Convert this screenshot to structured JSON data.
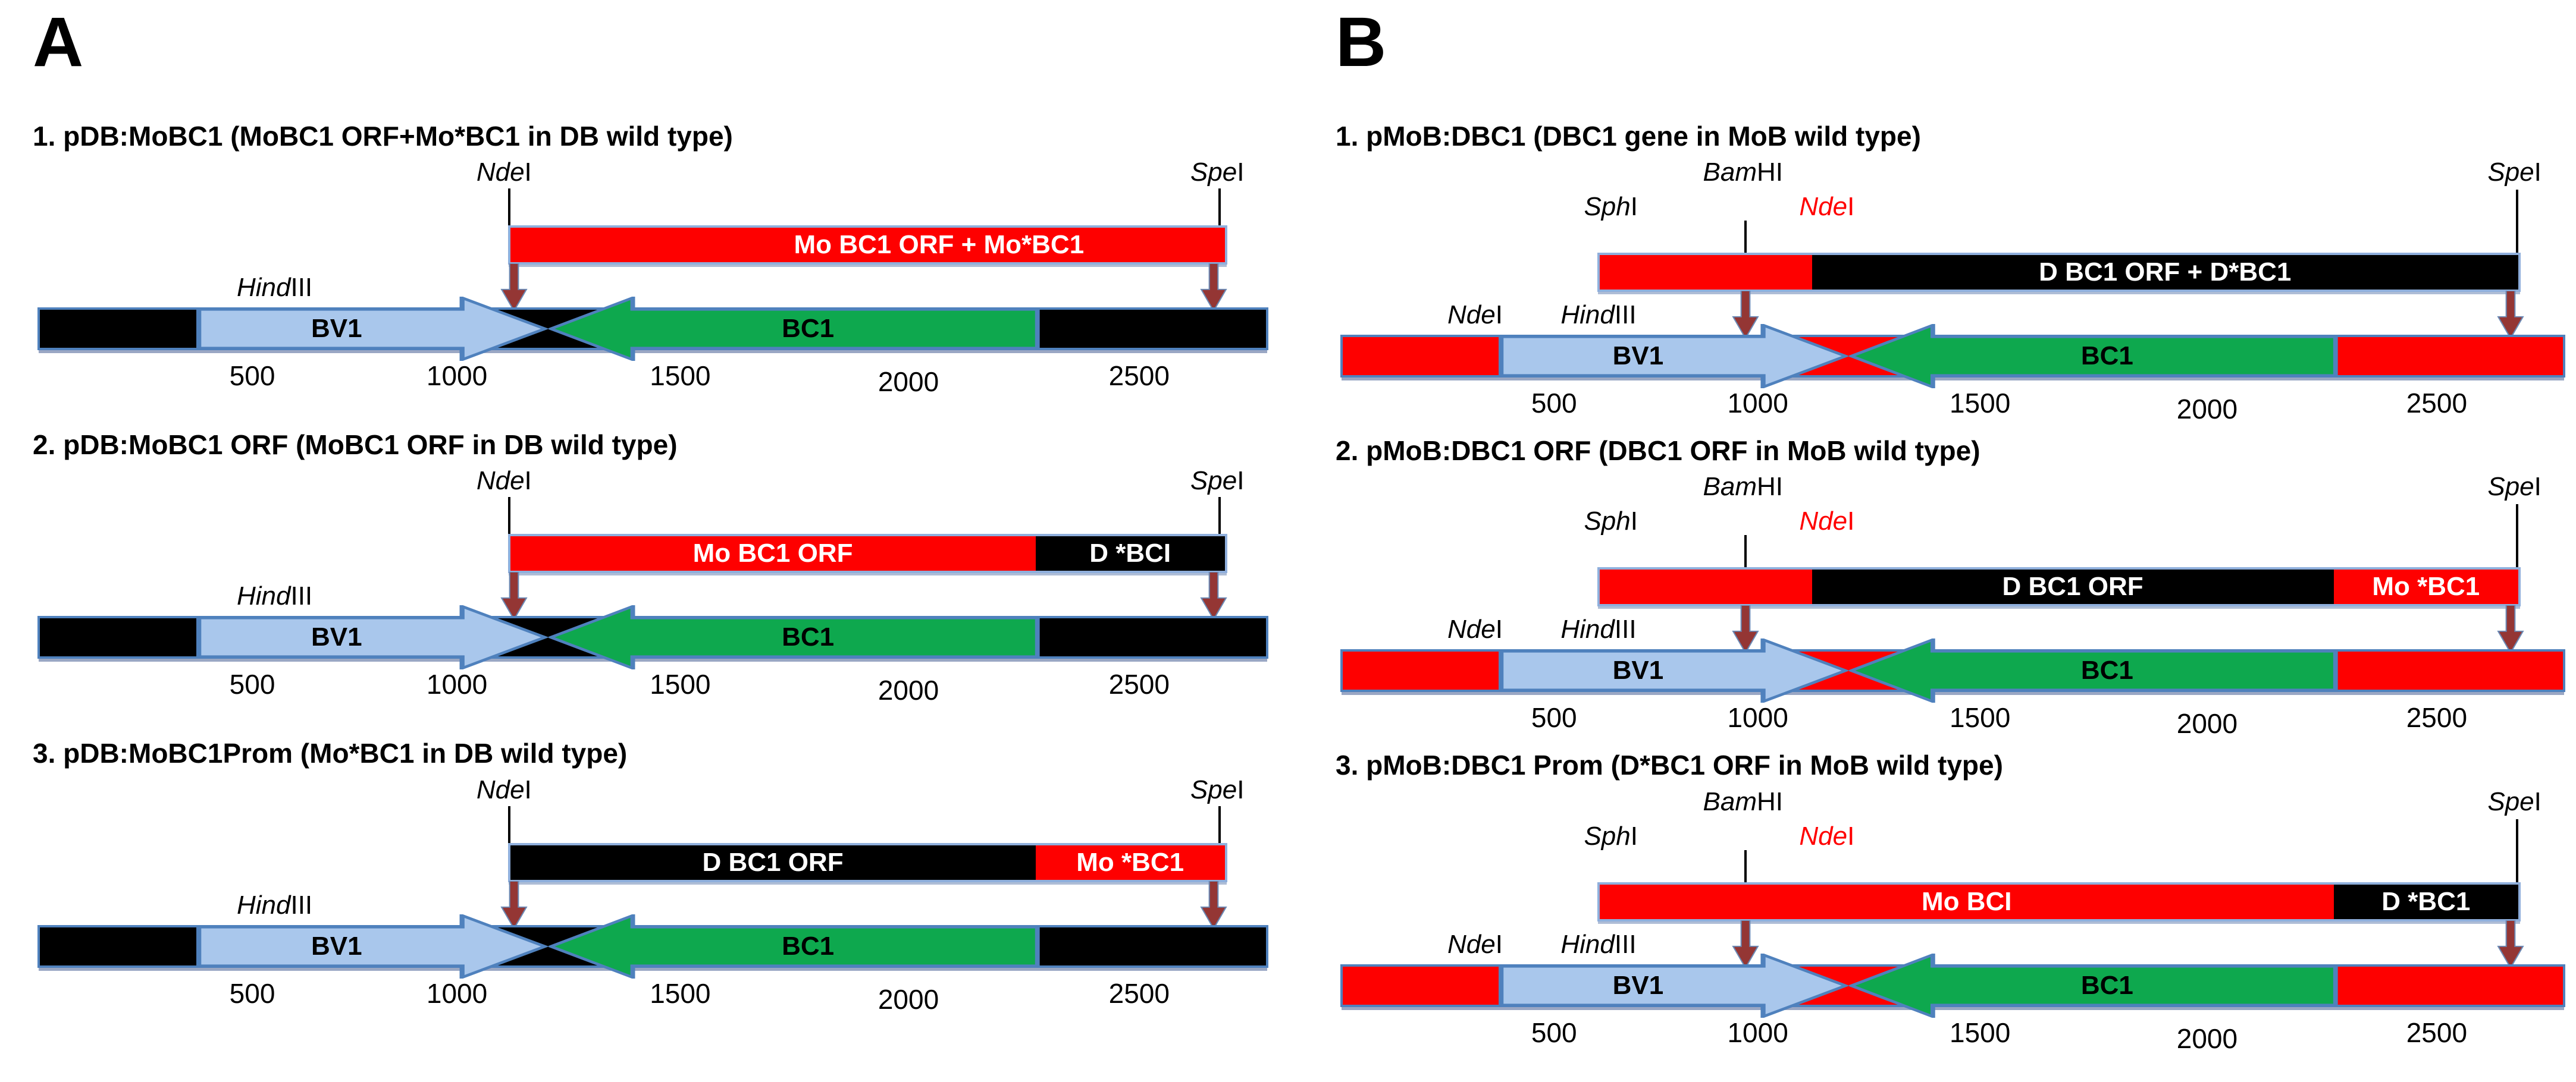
{
  "colors": {
    "red": "#FE0000",
    "black": "#000000",
    "green": "#0EA84E",
    "light_blue": "#A9C7EC",
    "outline_blue": "#4F81BD",
    "dark_red_arrow": "#943634",
    "nde_red_text": "#FF0000"
  },
  "enzymes": {
    "nde": {
      "it": "Nde",
      "ro": "I"
    },
    "spe": {
      "it": "Spe",
      "ro": "I"
    },
    "hind": {
      "it": "Hind",
      "ro": "III"
    },
    "bam": {
      "it": "Bam",
      "ro": "HI"
    },
    "sph": {
      "it": "Sph",
      "ro": "I"
    }
  },
  "gene_labels": {
    "bv1": "BV1",
    "bc1": "BC1"
  },
  "scale_labels": [
    "500",
    "1000",
    "1500",
    "2000",
    "2500"
  ],
  "panels": [
    {
      "letter": "A",
      "constructs": [
        {
          "title": "1. pDB:MoBC1 (MoBC1 ORF+Mo*BC1 in DB wild type)",
          "segments": {
            "s1": "Mo BC1 ORF + Mo*BC1"
          }
        },
        {
          "title": "2. pDB:MoBC1 ORF (MoBC1 ORF in DB wild type)",
          "segments": {
            "s1": "Mo BC1 ORF",
            "s2": "D *BCI"
          }
        },
        {
          "title": "3. pDB:MoBC1Prom (Mo*BC1 in DB wild type)",
          "segments": {
            "s1": "D BC1 ORF",
            "s2": "Mo *BC1"
          }
        }
      ]
    },
    {
      "letter": "B",
      "constructs": [
        {
          "title": "1. pMoB:DBC1 (DBC1 gene in MoB wild type)",
          "segments": {
            "s2": "D BC1 ORF + D*BC1"
          }
        },
        {
          "title": "2. pMoB:DBC1 ORF (DBC1 ORF in MoB wild type)",
          "segments": {
            "s2": "D BC1 ORF",
            "s3": "Mo *BC1"
          }
        },
        {
          "title": "3. pMoB:DBC1 Prom (D*BC1 ORF in MoB wild type)",
          "segments": {
            "s1": "Mo BCI",
            "s2": "D *BC1"
          }
        }
      ]
    }
  ]
}
